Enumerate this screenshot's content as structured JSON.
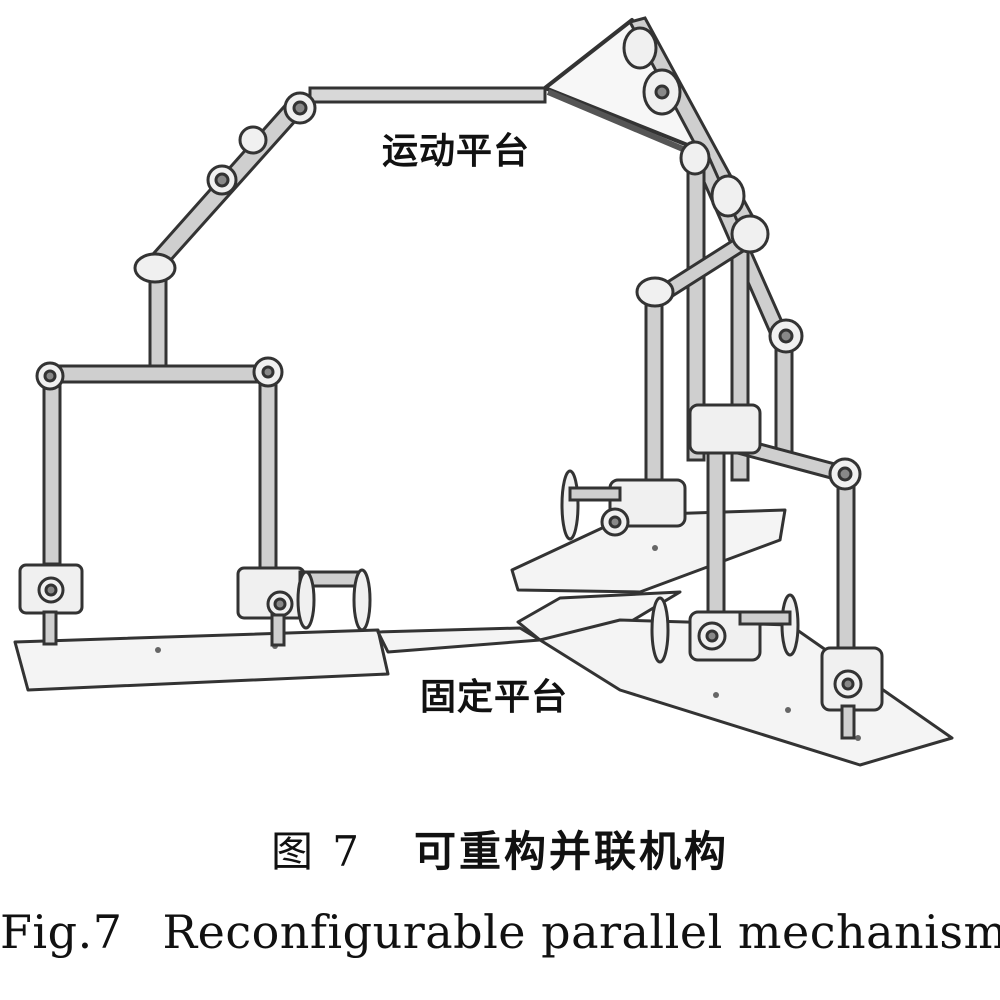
{
  "labels": {
    "moving_platform": "运动平台",
    "fixed_platform": "固定平台"
  },
  "caption": {
    "cn_prefix": "图 7",
    "cn_title": "可重构并联机构",
    "en_prefix": "Fig.7",
    "en_title": "Reconfigurable parallel mechanism"
  }
}
